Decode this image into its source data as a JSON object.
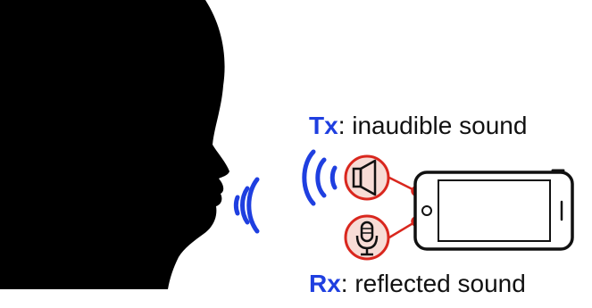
{
  "tx": {
    "tag": "Tx",
    "text": ": inaudible sound"
  },
  "rx": {
    "tag": "Rx",
    "text": ": reflected sound"
  },
  "icons": {
    "speaker": "speaker-icon",
    "microphone": "microphone-icon",
    "phone": "smartphone-icon",
    "person": "person-silhouette"
  },
  "colors": {
    "tag": "#1f3fe0",
    "wave": "#1f3fe0",
    "icon_circle": "#d9271e",
    "icon_fill": "#f7dcd6",
    "silhouette": "#000000"
  }
}
